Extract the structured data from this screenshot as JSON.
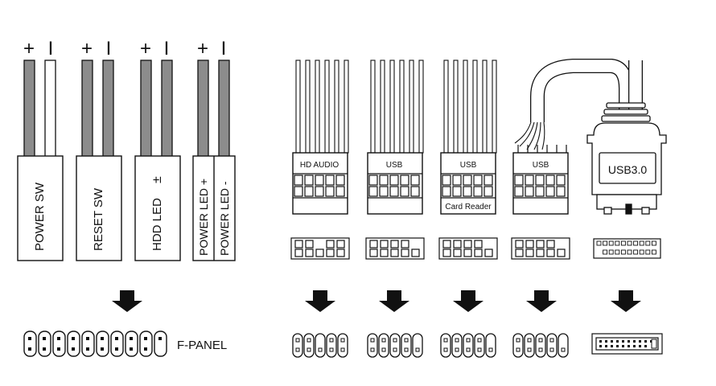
{
  "front_panel": {
    "connectors": [
      {
        "label": "POWER SW",
        "polarity": [
          "+",
          "I"
        ]
      },
      {
        "label": "RESET SW",
        "polarity": [
          "+",
          "I"
        ]
      },
      {
        "label": "HDD LED",
        "polarity": [
          "+",
          "I"
        ],
        "polarity_mark": "±"
      },
      {
        "label": "POWER LED +",
        "polarity": [
          "+",
          "I"
        ]
      },
      {
        "label": "POWER LED -",
        "polarity": []
      }
    ],
    "target_label": "F-PANEL"
  },
  "headers": [
    {
      "top_label": "HD AUDIO",
      "bottom_label": ""
    },
    {
      "top_label": "USB",
      "bottom_label": ""
    },
    {
      "top_label": "USB",
      "bottom_label": "Card Reader"
    },
    {
      "top_label": "USB",
      "bottom_label": ""
    },
    {
      "top_label": "USB3.0",
      "bottom_label": ""
    }
  ],
  "colors": {
    "ink": "#111111",
    "wire_gray": "#8c8c8c",
    "wire_white": "#ffffff"
  }
}
